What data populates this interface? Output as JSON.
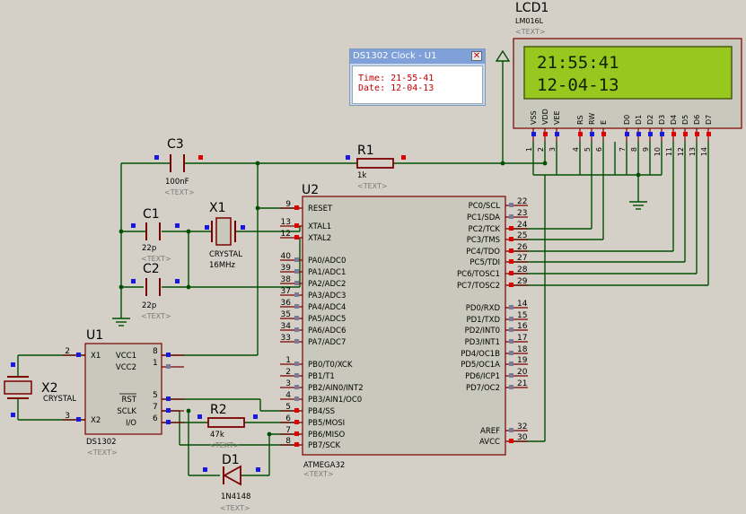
{
  "popup": {
    "title": "DS1302 Clock - U1",
    "close_glyph": "✕",
    "time_label": "Time:",
    "time_value": "21-55-41",
    "date_label": "Date:",
    "date_value": "12-04-13"
  },
  "lcd": {
    "ref": "LCD1",
    "model": "LM016L",
    "text_tag": "<TEXT>",
    "line1": "21:55:41",
    "line2": "12-04-13",
    "pins": [
      "VSS",
      "VDD",
      "VEE",
      "RS",
      "RW",
      "E",
      "D0",
      "D1",
      "D2",
      "D3",
      "D4",
      "D5",
      "D6",
      "D7"
    ],
    "pin_numbers": [
      "1",
      "2",
      "3",
      "4",
      "5",
      "6",
      "7",
      "8",
      "9",
      "10",
      "11",
      "12",
      "13",
      "14"
    ]
  },
  "components": {
    "c3": {
      "ref": "C3",
      "value": "100nF",
      "tag": "<TEXT>"
    },
    "r1": {
      "ref": "R1",
      "value": "1k",
      "tag": "<TEXT>"
    },
    "c1": {
      "ref": "C1",
      "value": "22p",
      "tag": "<TEXT>"
    },
    "c2": {
      "ref": "C2",
      "value": "22p",
      "tag": "<TEXT>"
    },
    "x1": {
      "ref": "X1",
      "type": "CRYSTAL",
      "value": "16MHz"
    },
    "x2": {
      "ref": "X2",
      "type": "CRYSTAL"
    },
    "r2": {
      "ref": "R2",
      "value": "47k",
      "tag": "<TEXT>"
    },
    "d1": {
      "ref": "D1",
      "value": "1N4148",
      "tag": "<TEXT>"
    }
  },
  "u1": {
    "ref": "U1",
    "part": "DS1302",
    "tag": "<TEXT>",
    "left_pins": [
      {
        "num": "2",
        "name": "X1"
      },
      {
        "num": "3",
        "name": "X2"
      }
    ],
    "right_pins": [
      {
        "num": "8",
        "name": "VCC1"
      },
      {
        "num": "1",
        "name": "VCC2"
      },
      {
        "num": "5",
        "name": "RST"
      },
      {
        "num": "7",
        "name": "SCLK"
      },
      {
        "num": "6",
        "name": "I/O"
      }
    ]
  },
  "u2": {
    "ref": "U2",
    "part": "ATMEGA32",
    "tag": "<TEXT>",
    "left_pins": [
      {
        "num": "9",
        "name": "RESET"
      },
      {
        "num": "13",
        "name": "XTAL1"
      },
      {
        "num": "12",
        "name": "XTAL2"
      },
      {
        "num": "40",
        "name": "PA0/ADC0"
      },
      {
        "num": "39",
        "name": "PA1/ADC1"
      },
      {
        "num": "38",
        "name": "PA2/ADC2"
      },
      {
        "num": "37",
        "name": "PA3/ADC3"
      },
      {
        "num": "36",
        "name": "PA4/ADC4"
      },
      {
        "num": "35",
        "name": "PA5/ADC5"
      },
      {
        "num": "34",
        "name": "PA6/ADC6"
      },
      {
        "num": "33",
        "name": "PA7/ADC7"
      },
      {
        "num": "1",
        "name": "PB0/T0/XCK"
      },
      {
        "num": "2",
        "name": "PB1/T1"
      },
      {
        "num": "3",
        "name": "PB2/AIN0/INT2"
      },
      {
        "num": "4",
        "name": "PB3/AIN1/OC0"
      },
      {
        "num": "5",
        "name": "PB4/SS"
      },
      {
        "num": "6",
        "name": "PB5/MOSI"
      },
      {
        "num": "7",
        "name": "PB6/MISO"
      },
      {
        "num": "8",
        "name": "PB7/SCK"
      }
    ],
    "right_pins": [
      {
        "num": "22",
        "name": "PC0/SCL"
      },
      {
        "num": "23",
        "name": "PC1/SDA"
      },
      {
        "num": "24",
        "name": "PC2/TCK"
      },
      {
        "num": "25",
        "name": "PC3/TMS"
      },
      {
        "num": "26",
        "name": "PC4/TDO"
      },
      {
        "num": "27",
        "name": "PC5/TDI"
      },
      {
        "num": "28",
        "name": "PC6/TOSC1"
      },
      {
        "num": "29",
        "name": "PC7/TOSC2"
      },
      {
        "num": "14",
        "name": "PD0/RXD"
      },
      {
        "num": "15",
        "name": "PD1/TXD"
      },
      {
        "num": "16",
        "name": "PD2/INT0"
      },
      {
        "num": "17",
        "name": "PD3/INT1"
      },
      {
        "num": "18",
        "name": "PD4/OC1B"
      },
      {
        "num": "19",
        "name": "PD5/OC1A"
      },
      {
        "num": "20",
        "name": "PD6/ICP1"
      },
      {
        "num": "21",
        "name": "PD7/OC2"
      },
      {
        "num": "32",
        "name": "AREF"
      },
      {
        "num": "30",
        "name": "AVCC"
      }
    ]
  },
  "colors": {
    "wire": "#005000",
    "component": "#7b0000",
    "chip_fill": "#c8c8bc",
    "pin_red": "#e00000",
    "pin_blue": "#1818e0",
    "lcd_screen": "#98c820"
  }
}
